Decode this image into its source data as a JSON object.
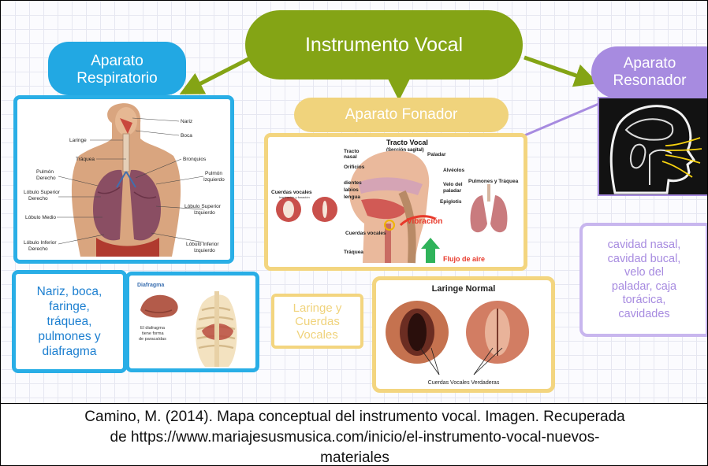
{
  "main_node": {
    "label": "Instrumento Vocal"
  },
  "respiratorio": {
    "title_line1": "Aparato",
    "title_line2": "Respiratorio",
    "description": [
      "Nariz, boca,",
      "faringe,",
      "tráquea,",
      "pulmones y",
      "diafragma"
    ],
    "image_labels": {
      "nariz": "Nariz",
      "boca": "Boca",
      "laringe": "Laringe",
      "traquea": "Tráquea",
      "bronquios": "Bronquios",
      "pulmon_derecho_1": "Pulmón",
      "pulmon_derecho_2": "Derecho",
      "pulmon_izquierdo_1": "Pulmón",
      "pulmon_izquierdo_2": "Izquierdo",
      "lobulo_sup_der_1": "Lóbulo Superior",
      "lobulo_sup_der_2": "Derecho",
      "lobulo_sup_izq_1": "Lóbulo Superior",
      "lobulo_sup_izq_2": "Izquierdo",
      "lobulo_medio": "Lóbulo Medio",
      "lobulo_inf_der_1": "Lóbulo Inferior",
      "lobulo_inf_der_2": "Derecho",
      "lobulo_inf_izq_1": "Lóbulo Inferior",
      "lobulo_inf_izq_2": "Izquierdo"
    },
    "diafragma_image": {
      "title": "Diafragma",
      "note_line1": "El diafragma",
      "note_line2": "tiene forma",
      "note_line3": "de paracaídas"
    }
  },
  "fonador": {
    "title": "Aparato Fonador",
    "description": [
      "Laringe y",
      "Cuerdas",
      "Vocales"
    ],
    "tract_image": {
      "title": "Tracto Vocal",
      "subtitle": "(Sección sagital)",
      "labels": {
        "tracto_nasal_1": "Tracto",
        "tracto_nasal_2": "nasal",
        "orificios": "Orificios",
        "dientes": "dientes",
        "labios": "labios",
        "lengua": "lengua",
        "paladar": "Paladar",
        "alveolos": "Alvéolos",
        "velo_1": "Velo del",
        "velo_2": "paladar",
        "epiglotis": "Epiglotis",
        "cuerdas_vocales": "Cuerdas vocales",
        "traquea": "Tráquea",
        "cuerdas_panel_1": "Cuerdas vocales",
        "cuerdas_panel_2": "Inspiración y fonación",
        "pulmones_panel": "Pulmones y Tráquea",
        "vibracion": "Vibración",
        "flujo": "Flujo de aire"
      }
    },
    "laringe_image": {
      "title": "Laringe Normal",
      "caption": "Cuerdas Vocales Verdaderas"
    }
  },
  "resonador": {
    "title_line1": "Aparato",
    "title_line2": "Resonador",
    "description": [
      "cavidad nasal,",
      "cavidad bucal,",
      "velo del",
      "paladar, caja",
      "torácica,",
      "cavidades"
    ]
  },
  "caption": {
    "line1": "Camino, M. (2014). Mapa conceptual del instrumento vocal. Imagen. Recuperada",
    "line2": "de  https://www.mariajesusmusica.com/inicio/el-instrumento-vocal-nuevos-",
    "line3": "materiales"
  },
  "colors": {
    "main": "#84a415",
    "respiratorio": "#22a8e3",
    "fonador": "#f0d37c",
    "resonador": "#a78be0",
    "vibracion": "#e8392b",
    "flujo": "#2fb35a"
  }
}
